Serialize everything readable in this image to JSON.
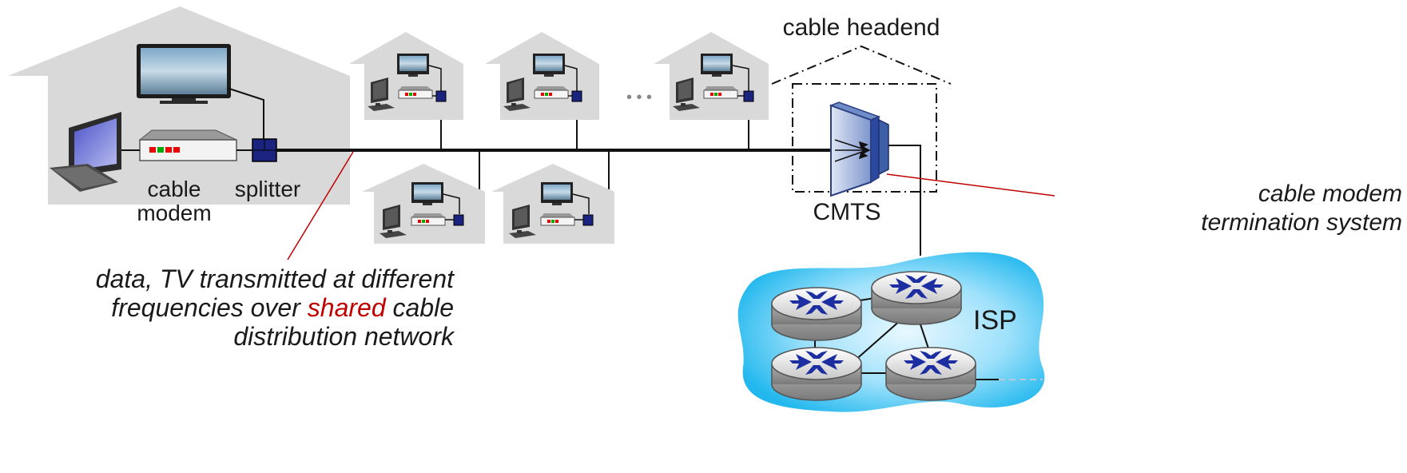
{
  "labels": {
    "cable_modem_line1": "cable",
    "cable_modem_line2": "modem",
    "splitter": "splitter",
    "ellipsis": "• • •",
    "cable_headend": "cable headend",
    "cmts": "CMTS",
    "cmts_desc_line1": "cable modem",
    "cmts_desc_line2": "termination system",
    "isp": "ISP"
  },
  "annotation": {
    "line1": "data, TV transmitted at different",
    "line2_before": "frequencies over ",
    "line2_highlight": "shared",
    "line2_after": " cable",
    "line3": "distribution network"
  },
  "colors": {
    "house": "#d9d9d9",
    "cable": "#111111",
    "splitter": "#1a237e",
    "annotation_line": "#c00000",
    "highlight_text": "#c00000",
    "isp_cloud": "#38c4f0",
    "cmts_body": "#3d5fa8"
  },
  "icons": {
    "tv": "tv-icon",
    "computer": "desktop-computer-icon",
    "modem": "cable-modem-icon",
    "splitter": "splitter-icon",
    "cmts": "cmts-icon",
    "router": "router-icon",
    "cloud": "isp-cloud-icon"
  }
}
